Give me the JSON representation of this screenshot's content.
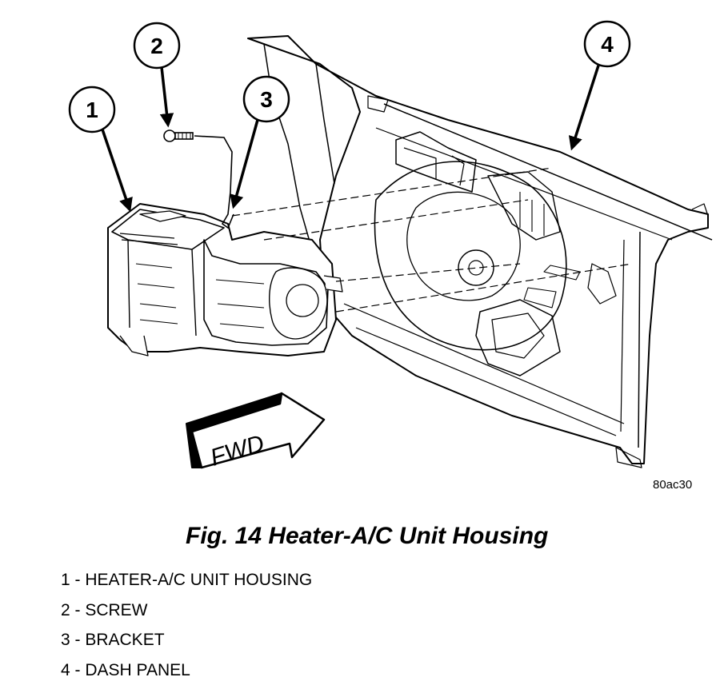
{
  "callouts": [
    {
      "number": "1"
    },
    {
      "number": "2"
    },
    {
      "number": "3"
    },
    {
      "number": "4"
    }
  ],
  "direction_arrow_label": "FWD",
  "reference_code": "80ac30",
  "figure_title": "Fig. 14 Heater-A/C Unit Housing",
  "legend": [
    "1 - HEATER-A/C UNIT HOUSING",
    "2 - SCREW",
    "3 - BRACKET",
    "4 - DASH PANEL"
  ],
  "colors": {
    "ink": "#000000",
    "background": "#ffffff",
    "fwd_arrow_fill": "#ffffff"
  }
}
